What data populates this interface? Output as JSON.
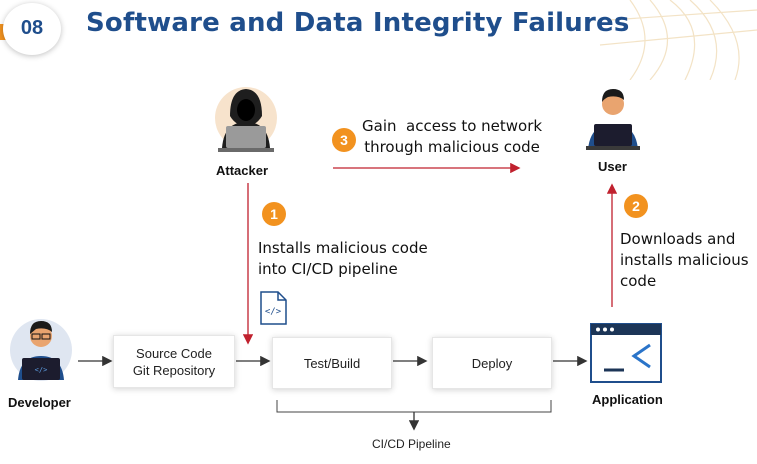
{
  "header": {
    "badge": "08",
    "title": "Software and Data Integrity Failures"
  },
  "actors": {
    "attacker": "Attacker",
    "user": "User",
    "developer": "Developer",
    "application": "Application"
  },
  "pipeline": {
    "source": [
      "Source Code",
      "Git Repository"
    ],
    "test": "Test/Build",
    "deploy": "Deploy",
    "group_label": "CI/CD Pipeline"
  },
  "steps": [
    {
      "number": "1",
      "lines": [
        "Installs malicious code",
        "into CI/CD pipeline"
      ]
    },
    {
      "number": "2",
      "lines": [
        "Downloads and",
        "installs malicious",
        "code"
      ]
    },
    {
      "number": "3",
      "lines": [
        "Gain  access to network",
        "through malicious code"
      ]
    }
  ],
  "colors": {
    "title": "#1f4e8c",
    "accent": "#f2921f",
    "arrow_red": "#c0212e",
    "dark": "#1c3557"
  },
  "icons": [
    "attacker-icon",
    "user-icon",
    "developer-icon",
    "code-file-icon",
    "application-window-icon"
  ]
}
